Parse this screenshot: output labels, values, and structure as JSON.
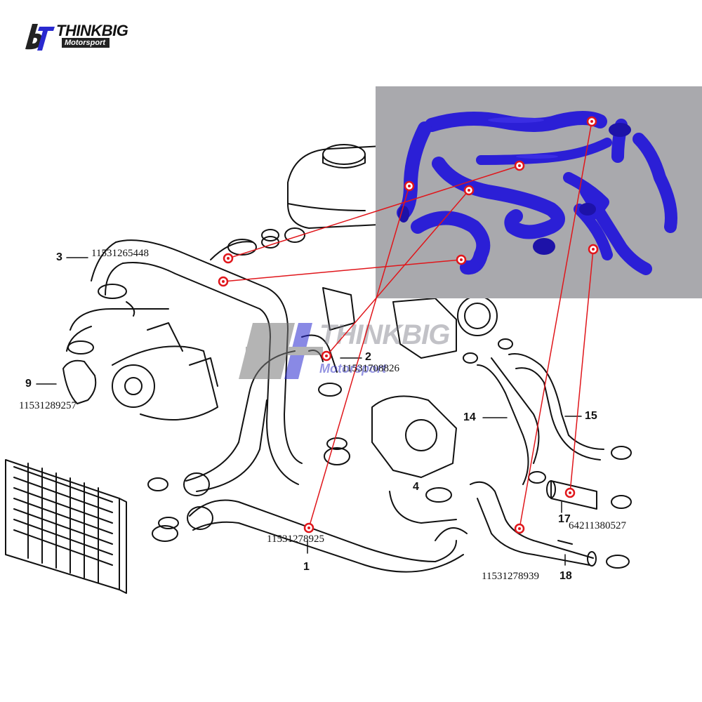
{
  "logo": {
    "mark": "bT",
    "main": "THINKBIG",
    "sub": "Motorsport"
  },
  "watermark": {
    "main": "THINKBIG",
    "sub": "Motorsport"
  },
  "colors": {
    "hose_blue": "#2b1fd6",
    "callout_red": "#e0161b",
    "photo_bg": "#a9a9ad",
    "line_black": "#111111"
  },
  "callouts": {
    "item_3": {
      "number": "3",
      "part_number": "11531265448"
    },
    "item_9": {
      "number": "9",
      "part_number": "11531289257"
    },
    "item_2": {
      "number": "2",
      "part_number": "11531708826"
    },
    "item_1": {
      "number": "1",
      "part_number": "11531278925"
    },
    "item_14": {
      "number": "14"
    },
    "item_15": {
      "number": "15"
    },
    "item_4": {
      "number": "4"
    },
    "item_17": {
      "number": "17",
      "part_number": "64211380527"
    },
    "item_18": {
      "number": "18",
      "part_number": "11531278939"
    }
  }
}
